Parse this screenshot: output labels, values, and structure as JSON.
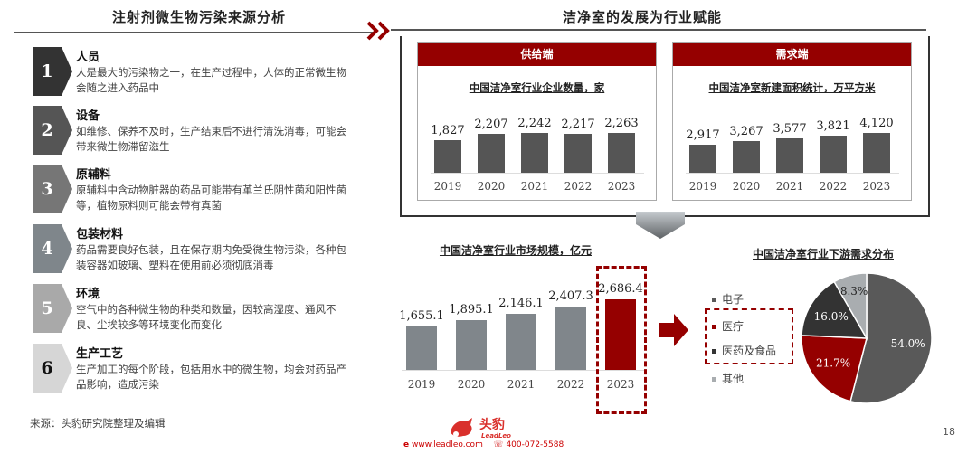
{
  "left": {
    "title": "注射剂微生物污染来源分析",
    "items": [
      {
        "num": "1",
        "title": "人员",
        "desc": "人是最大的污染物之一，在生产过程中，人体的正常微生物会随之进入药品中",
        "color": "#333333"
      },
      {
        "num": "2",
        "title": "设备",
        "desc": "如维修、保养不及时，生产结束后不进行清洗消毒，可能会带来微生物滞留滋生",
        "color": "#555555"
      },
      {
        "num": "3",
        "title": "原辅料",
        "desc": "原辅料中含动物脏器的药品可能带有革兰氏阴性菌和阳性菌等，植物原料则可能会带有真菌",
        "color": "#767676"
      },
      {
        "num": "4",
        "title": "包装材料",
        "desc": "药品需要良好包装，且在保存期内免受微生物污染，各种包装容器如玻璃、塑料在使用前必须彻底消毒",
        "color": "#7f868b"
      },
      {
        "num": "5",
        "title": "环境",
        "desc": "空气中的各种微生物的种类和数量，因较高湿度、通风不良、尘埃较多等环境变化而变化",
        "color": "#a9a9a9"
      },
      {
        "num": "6",
        "title": "生产工艺",
        "desc": "生产加工的每个阶段，包括用水中的微生物，均会对药品产品影响，造成污染",
        "color": "#d6d6d6",
        "num_color": "#111111"
      }
    ],
    "source": "来源：头豹研究院整理及编辑"
  },
  "right": {
    "title": "洁净室的发展为行业赋能",
    "supply": {
      "header": "供给端",
      "subtitle": "中国洁净室行业企业数量，家"
    },
    "demand": {
      "header": "需求端",
      "subtitle": "中国洁净室新建面积统计，万平方米"
    },
    "market": {
      "title": "中国洁净室行业市场规模，亿元"
    },
    "pie": {
      "title": "中国洁净室行业下游需求分布"
    }
  },
  "chart_data": [
    {
      "type": "bar",
      "title": "中国洁净室行业企业数量，家",
      "categories": [
        "2019",
        "2020",
        "2021",
        "2022",
        "2023"
      ],
      "values": [
        1827,
        2207,
        2242,
        2217,
        2263
      ],
      "labels": [
        "1,827",
        "2,207",
        "2,242",
        "2,217",
        "2,263"
      ],
      "color": "#555555"
    },
    {
      "type": "bar",
      "title": "中国洁净室新建面积统计，万平方米",
      "categories": [
        "2019",
        "2020",
        "2021",
        "2022",
        "2023"
      ],
      "values": [
        2917,
        3267,
        3577,
        3821,
        4120
      ],
      "labels": [
        "2,917",
        "3,267",
        "3,577",
        "3,821",
        "4,120"
      ],
      "color": "#555555"
    },
    {
      "type": "bar",
      "title": "中国洁净室行业市场规模，亿元",
      "categories": [
        "2019",
        "2020",
        "2021",
        "2022",
        "2023"
      ],
      "values": [
        1655.1,
        1895.1,
        2146.1,
        2407.3,
        2686.4
      ],
      "labels": [
        "1,655.1",
        "1,895.1",
        "2,146.1",
        "2,407.3",
        "2,686.4"
      ],
      "colors": [
        "#80868b",
        "#80868b",
        "#80868b",
        "#80868b",
        "#950000"
      ],
      "highlight": "2023"
    },
    {
      "type": "pie",
      "title": "中国洁净室行业下游需求分布",
      "categories": [
        "电子",
        "医疗",
        "医药及食品",
        "其他"
      ],
      "values": [
        54.0,
        21.7,
        16.0,
        8.3
      ],
      "labels": [
        "54.0%",
        "21.7%",
        "16.0%",
        "8.3%"
      ],
      "colors": [
        "#595959",
        "#950000",
        "#333333",
        "#a9adb0"
      ],
      "legend_position": "left",
      "highlight": [
        "医疗",
        "医药及食品"
      ]
    }
  ],
  "footer": {
    "brand": "头豹",
    "brand_en": "LeadLeo",
    "website": "www.leadleo.com",
    "phone": "400-072-5588",
    "page": "18"
  }
}
